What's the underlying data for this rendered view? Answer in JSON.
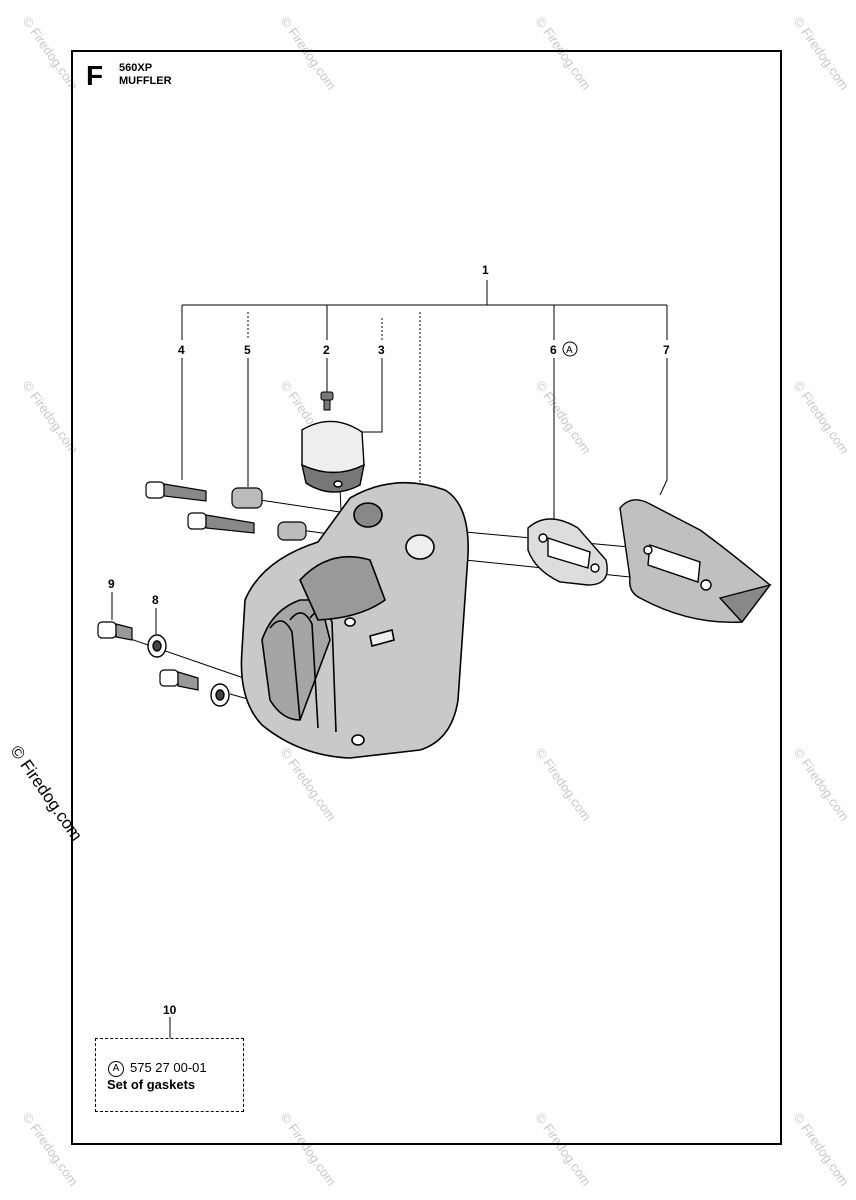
{
  "header": {
    "section_letter": "F",
    "model": "560XP",
    "title": "MUFFLER"
  },
  "callouts": {
    "c1": "1",
    "c2": "2",
    "c3": "3",
    "c4": "4",
    "c5": "5",
    "c6": "6",
    "c6_marker": "A",
    "c7": "7",
    "c8": "8",
    "c9": "9",
    "c10": "10"
  },
  "kit": {
    "marker": "A",
    "part_number": "575 27 00-01",
    "description": "Set of gaskets"
  },
  "watermark": {
    "text": "© Firedog.com"
  }
}
